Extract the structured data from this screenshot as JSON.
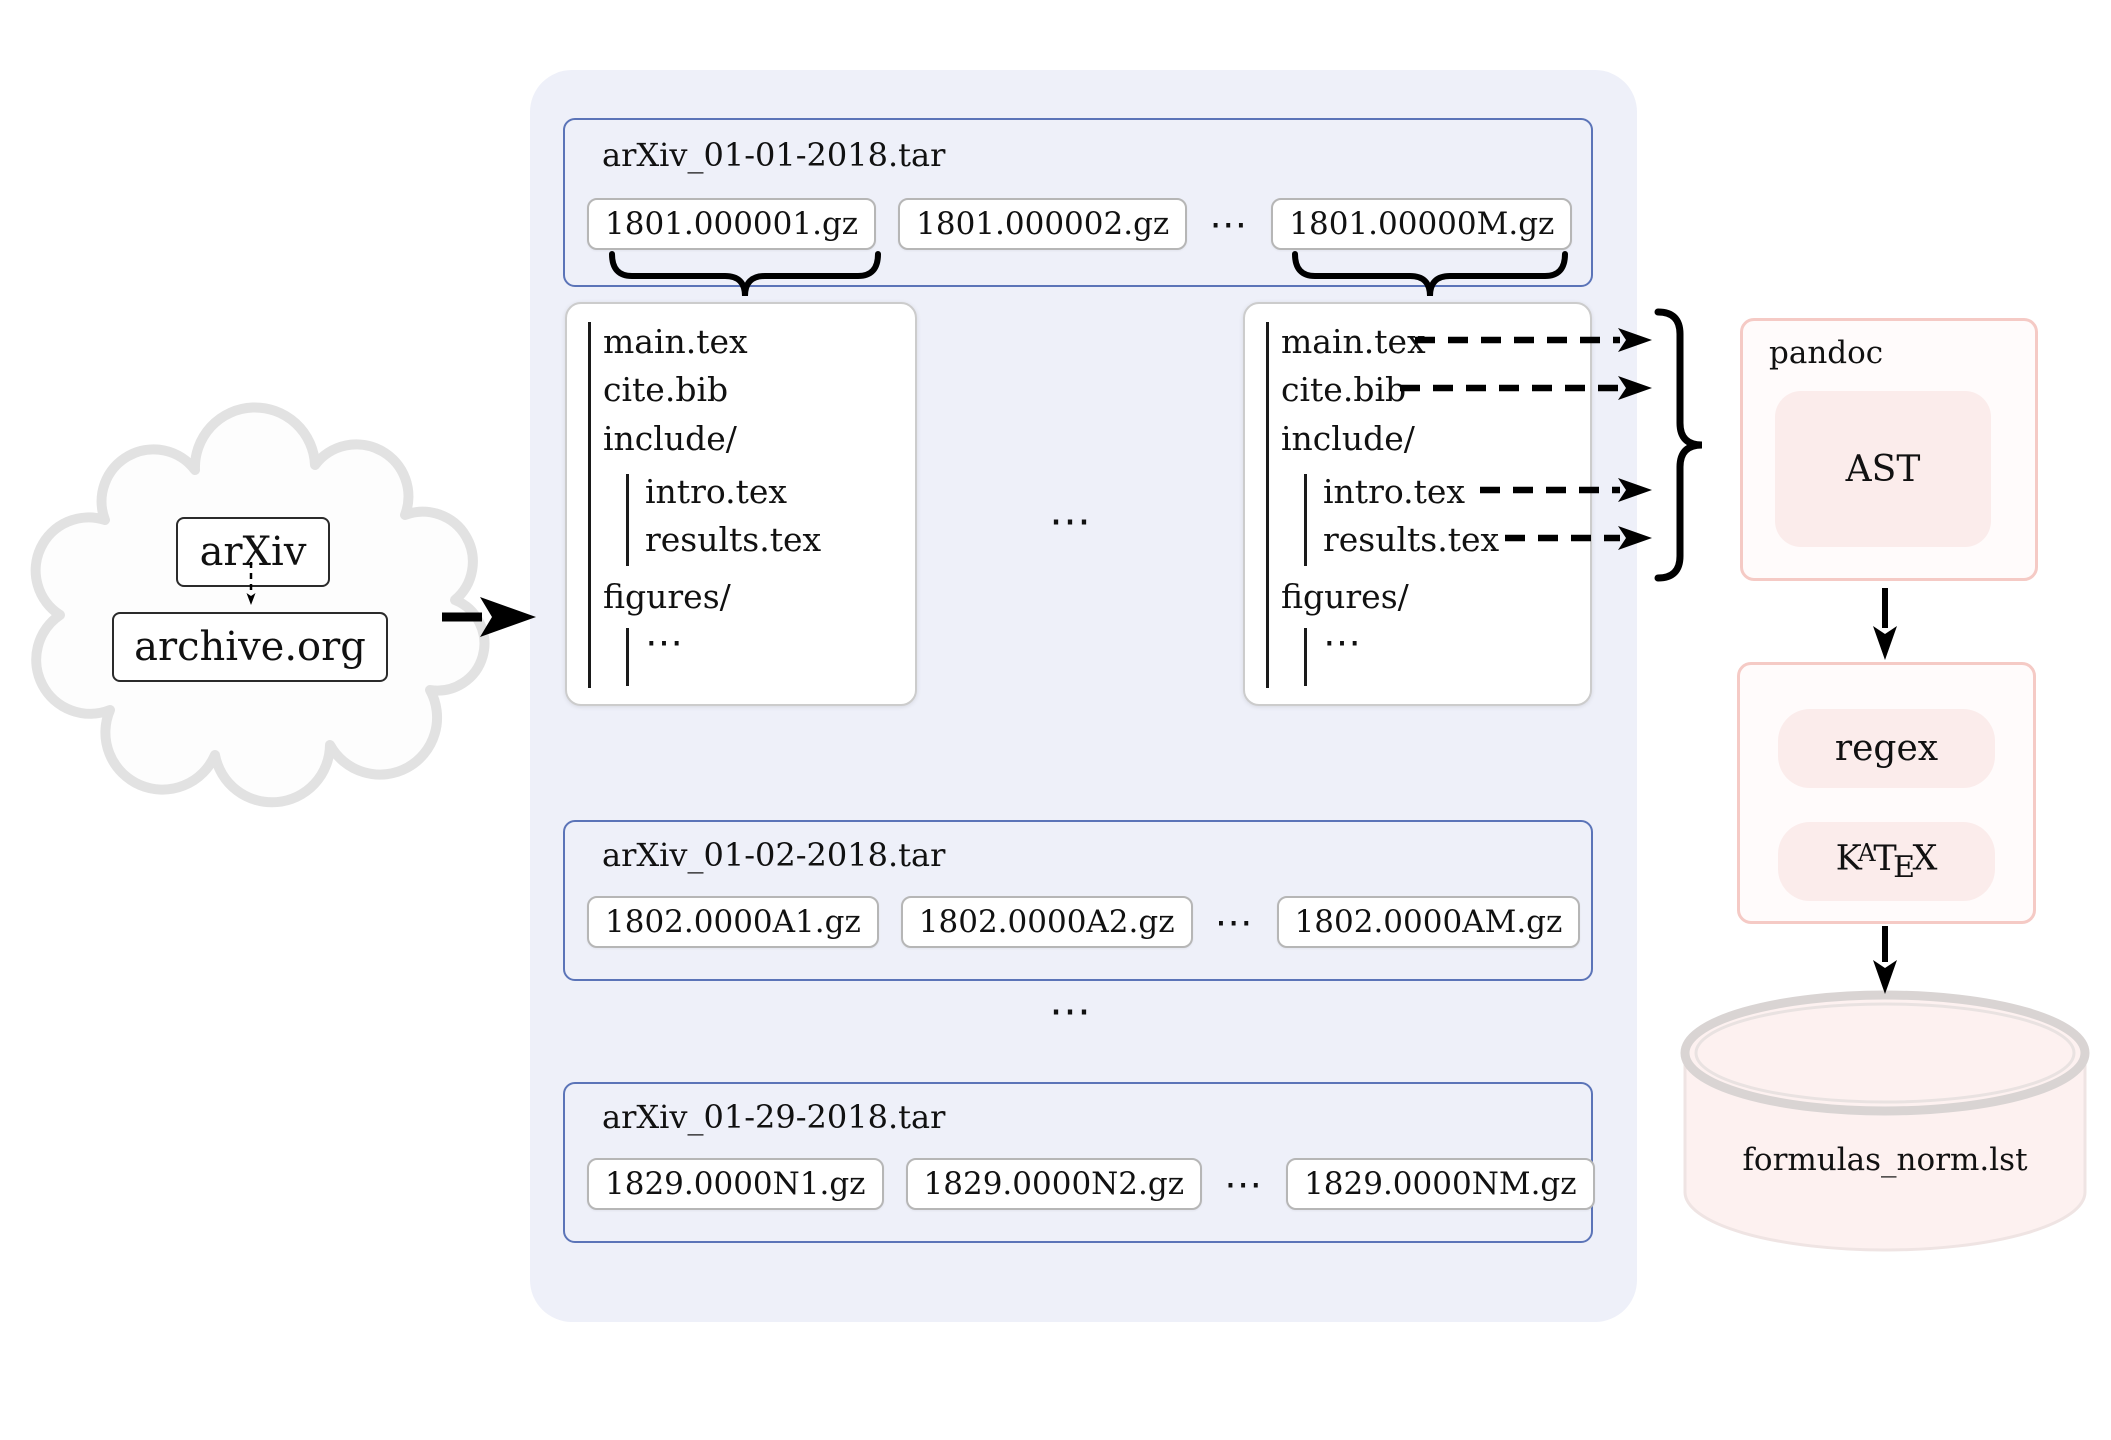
{
  "cloud": {
    "arxiv_label": "arXiv",
    "archive_label": "archive.org"
  },
  "archive_group": {
    "tars": [
      {
        "title": "arXiv_01-01-2018.tar",
        "file_1": "1801.000001.gz",
        "file_2": "1801.000002.gz",
        "ellipsis": "⋯",
        "file_m": "1801.00000M.gz"
      },
      {
        "title": "arXiv_01-02-2018.tar",
        "file_1": "1802.0000A1.gz",
        "file_2": "1802.0000A2.gz",
        "ellipsis": "⋯",
        "file_m": "1802.0000AM.gz"
      },
      {
        "title": "arXiv_01-29-2018.tar",
        "file_1": "1829.0000N1.gz",
        "file_2": "1829.0000N2.gz",
        "ellipsis": "⋯",
        "file_m": "1829.0000NM.gz"
      }
    ],
    "between_tars_ellipsis": "⋯",
    "between_trees_ellipsis": "⋯"
  },
  "file_tree": {
    "row_1": "main.tex",
    "row_2": "cite.bib",
    "row_3": "include/",
    "row_4": "intro.tex",
    "row_5": "results.tex",
    "row_6": "figures/",
    "row_7": "⋯"
  },
  "pipeline": {
    "pandoc_label": "pandoc",
    "ast_label": "AST",
    "regex_label": "regex",
    "katex": {
      "k": "K",
      "a": "A",
      "t": "T",
      "e": "E",
      "x": "X"
    }
  },
  "output_db": {
    "label": "formulas_norm.lst"
  },
  "colors": {
    "container_bg": "#eef0f9",
    "tar_border": "#5b74b8",
    "gz_border": "#b6b6b6",
    "tree_border": "#cccccc",
    "pink_border": "#f5cac5",
    "pink_chip_bg": "#fbeceb",
    "cylinder_fill": "#fdf1f0",
    "cloud_stroke": "#e2e2e2",
    "arrow_color": "#000000"
  }
}
